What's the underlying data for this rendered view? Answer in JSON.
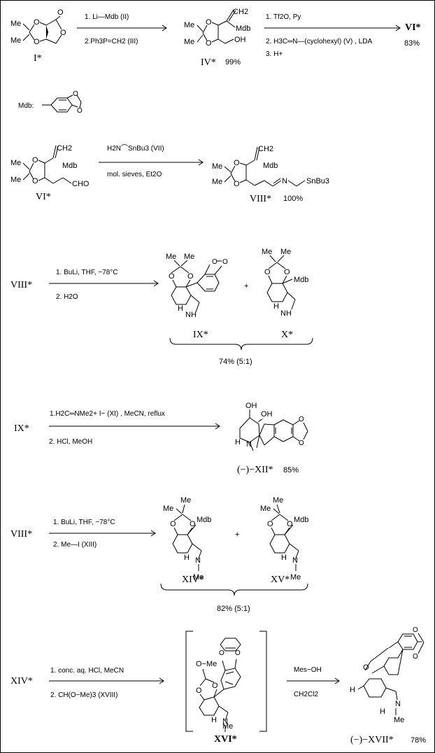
{
  "compounds": {
    "I": "I*",
    "IV": "IV*",
    "VI": "VI*",
    "VI_b": "VI*",
    "VIII": "VIII*",
    "VIII_b": "VIII*",
    "VIII_c": "VIII*",
    "IX": "IX*",
    "IX_b": "IX*",
    "X": "X*",
    "XII": "(−)−XII*",
    "XIV": "XIV*",
    "XIV_b": "XIV*",
    "XV": "XV*",
    "XVI": "XVI*",
    "XVII": "(−)−XVII*"
  },
  "yields": {
    "IV": "99%",
    "VI": "83%",
    "VIII": "100%",
    "IX_X": "74% (5:1)",
    "XII": "85%",
    "XIV_XV": "82% (5:1)",
    "XVII": "78%"
  },
  "reagents": {
    "step1": [
      "1. Li—Mdb  (II)",
      "2.Ph3P=CH2  (III)"
    ],
    "step2": [
      "1. Tf2O,   Py",
      "2. H3C═N—(cyclohexyl)  (V) , LDA",
      "3. H+"
    ],
    "step3": [
      "H2N⌒SnBu3  (VII)",
      "mol. sieves, Et2O"
    ],
    "step4": [
      "1. BuLi,  THF,  −78°C",
      "2. H2O"
    ],
    "step5": [
      "1.H2C═NMe2+  I−  (XI) , MeCN,  reflux",
      "2. HCl,   MeOH"
    ],
    "step6": [
      "1. BuLi,   THF,  −78°C",
      "2. Me—I  (XIII)"
    ],
    "step7": [
      "1. conc. aq. HCl, MeCN",
      "2. CH(O−Me)3  (XVIII)"
    ],
    "step8": [
      "Mes−OH",
      "CH2Cl2"
    ]
  },
  "labels": {
    "mdb": "Mdb:",
    "mdb_sub": "Mdb",
    "me": "Me",
    "o": "O",
    "oh": "OH",
    "cho": "CHO",
    "nh": "NH",
    "n": "N",
    "h": "H",
    "plus": "+",
    "ch2": "CH2",
    "snbu3": "SnBu3",
    "ome": "O−Me"
  }
}
